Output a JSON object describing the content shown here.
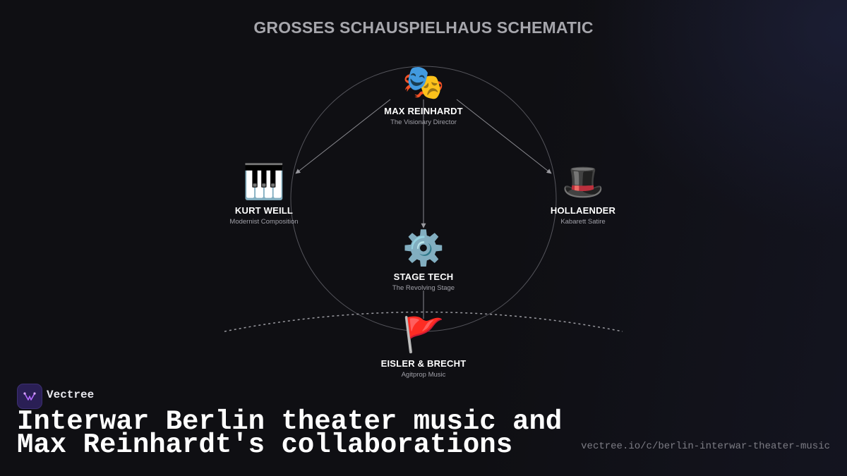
{
  "title": "GROSSES SCHAUSPIELHAUS SCHEMATIC",
  "nodes": {
    "reinhardt": {
      "icon": "🎭",
      "icon_name": "theater-masks-icon",
      "name": "MAX REINHARDT",
      "subtitle": "The Visionary Director"
    },
    "weill": {
      "icon": "🎹",
      "icon_name": "piano-keys-icon",
      "name": "KURT WEILL",
      "subtitle": "Modernist Composition"
    },
    "hollaender": {
      "icon": "🎩",
      "icon_name": "top-hat-icon",
      "name": "HOLLAENDER",
      "subtitle": "Kabarett Satire"
    },
    "stagetech": {
      "icon": "⚙️",
      "icon_name": "gear-icon",
      "name": "STAGE TECH",
      "subtitle": "The Revolving Stage"
    },
    "eisler": {
      "icon": "🚩",
      "icon_name": "red-flag-icon",
      "name": "EISLER & BRECHT",
      "subtitle": "Agitprop Music"
    }
  },
  "footer": {
    "brand": "Vectree",
    "headline_line1": "Interwar Berlin theater music and",
    "headline_line2": "Max Reinhardt's collaborations",
    "url": "vectree.io/c/berlin-interwar-theater-music"
  },
  "colors": {
    "background": "#0f0f13",
    "title": "#a6a6ac",
    "edge": "#8a8a90",
    "brand_icon": "#2a1f55"
  }
}
